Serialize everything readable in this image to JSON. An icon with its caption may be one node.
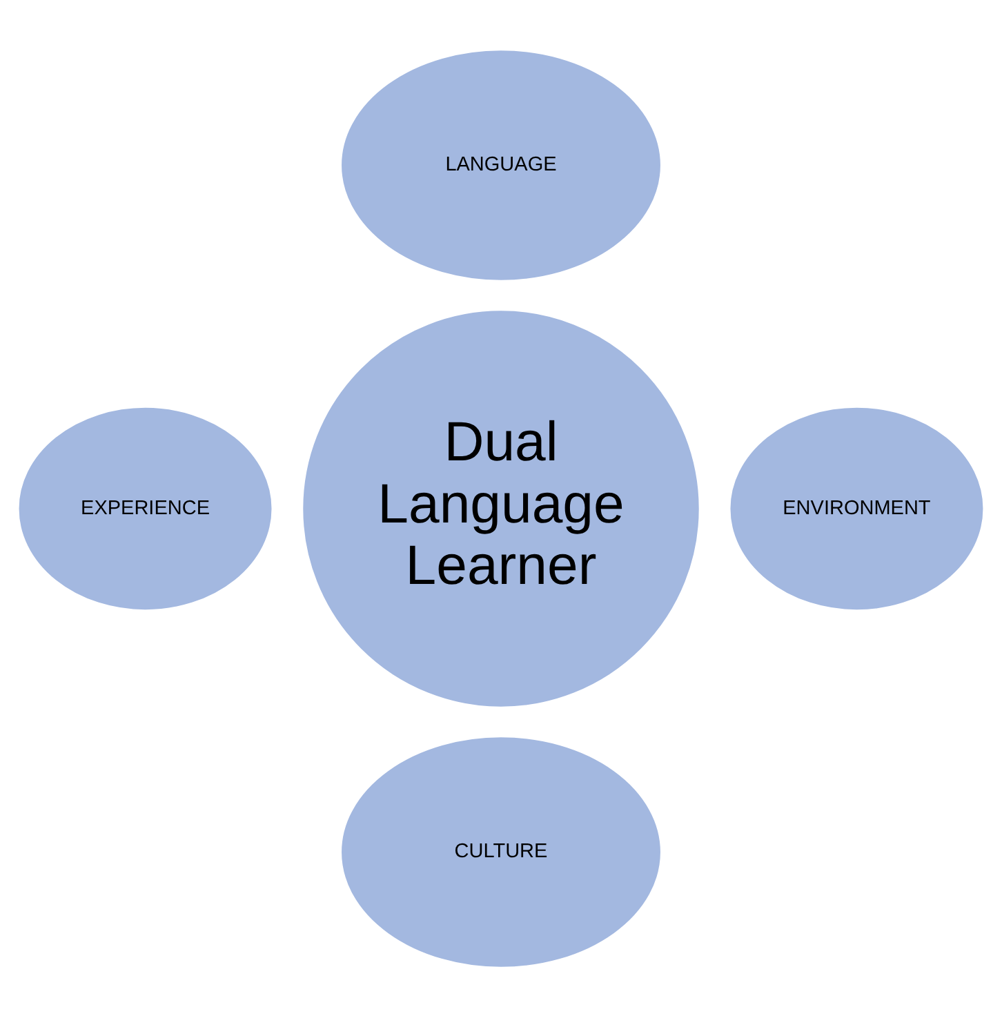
{
  "diagram": {
    "nodes": [
      {
        "text": [
          "Dual Language Learner"
        ]
      },
      {
        "text": [
          "LANGUAGE"
        ]
      },
      {
        "text": [
          "EXPERIENCE"
        ]
      },
      {
        "text": [
          "ENVIRONMENT"
        ]
      },
      {
        "text": [
          "CULTURE"
        ]
      }
    ]
  }
}
